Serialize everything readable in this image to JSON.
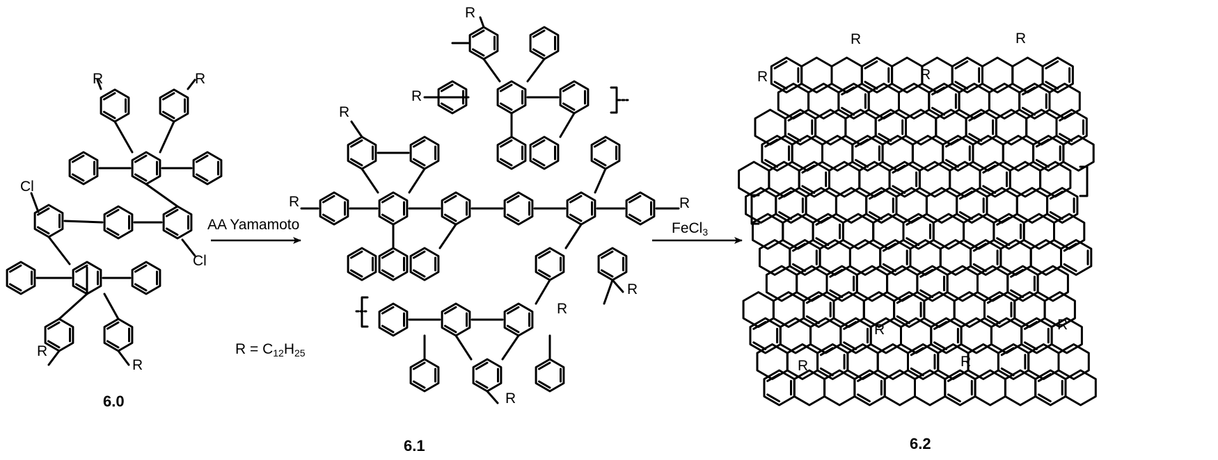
{
  "compounds": [
    {
      "id": "6.0",
      "substituent": "R",
      "halogen": "Cl"
    },
    {
      "id": "6.1",
      "substituent": "R"
    },
    {
      "id": "6.2",
      "substituent": "R"
    }
  ],
  "reactions": [
    {
      "reagent": "AA Yamamoto"
    },
    {
      "reagent_main": "FeCl",
      "reagent_sub": "3"
    }
  ],
  "definition": {
    "prefix": "R = C",
    "sub1": "12",
    "mid": "H",
    "sub2": "25"
  },
  "colors": {
    "ink": "#000000",
    "background": "#ffffff"
  },
  "icons": [
    "reaction-arrow-icon",
    "benzene-ring-icon",
    "polymer-bracket-icon"
  ]
}
